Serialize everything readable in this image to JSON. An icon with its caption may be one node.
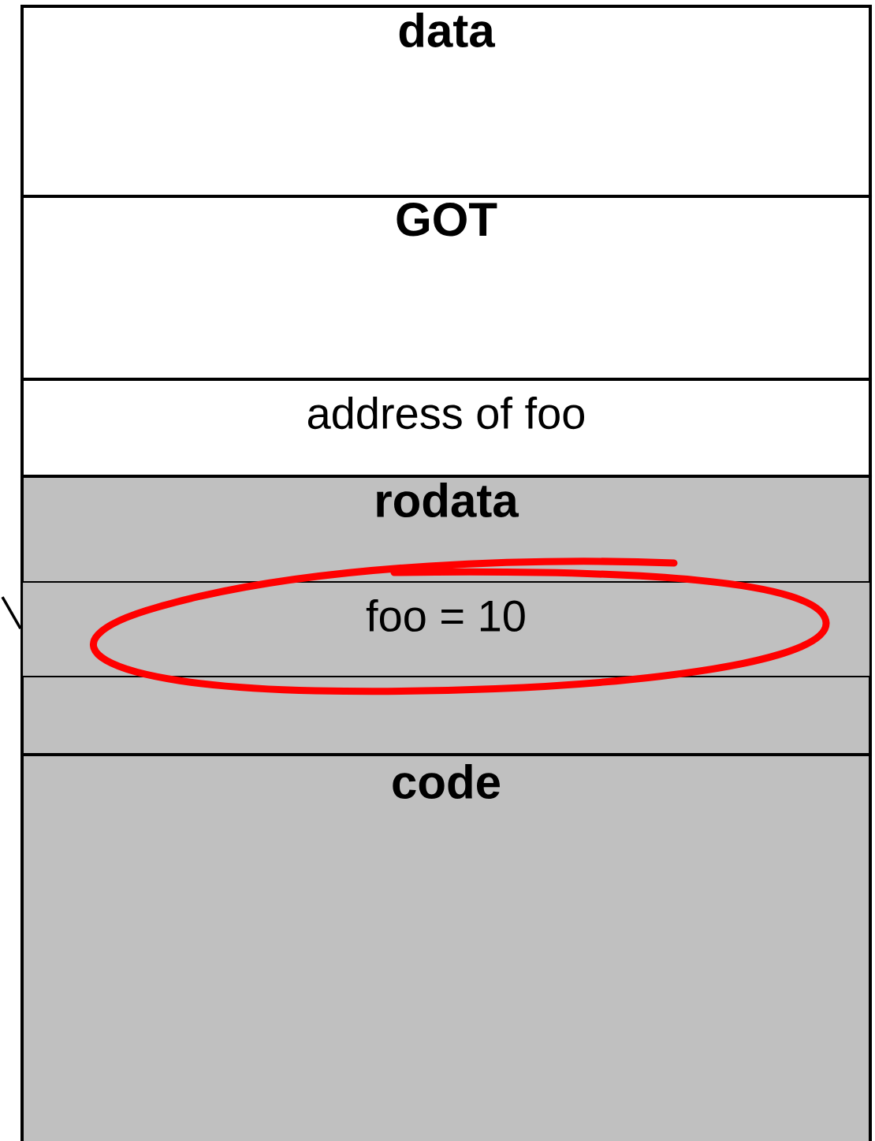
{
  "diagram": {
    "nodes": [
      {
        "text": [
          "data"
        ]
      },
      {
        "text": [
          "GOT"
        ]
      },
      {
        "text": [
          "address of foo"
        ]
      },
      {
        "text": [
          "rodata"
        ]
      },
      {
        "text": [
          "foo = 10"
        ],
        "in": 3
      },
      {
        "text": [
          "code"
        ]
      }
    ]
  }
}
